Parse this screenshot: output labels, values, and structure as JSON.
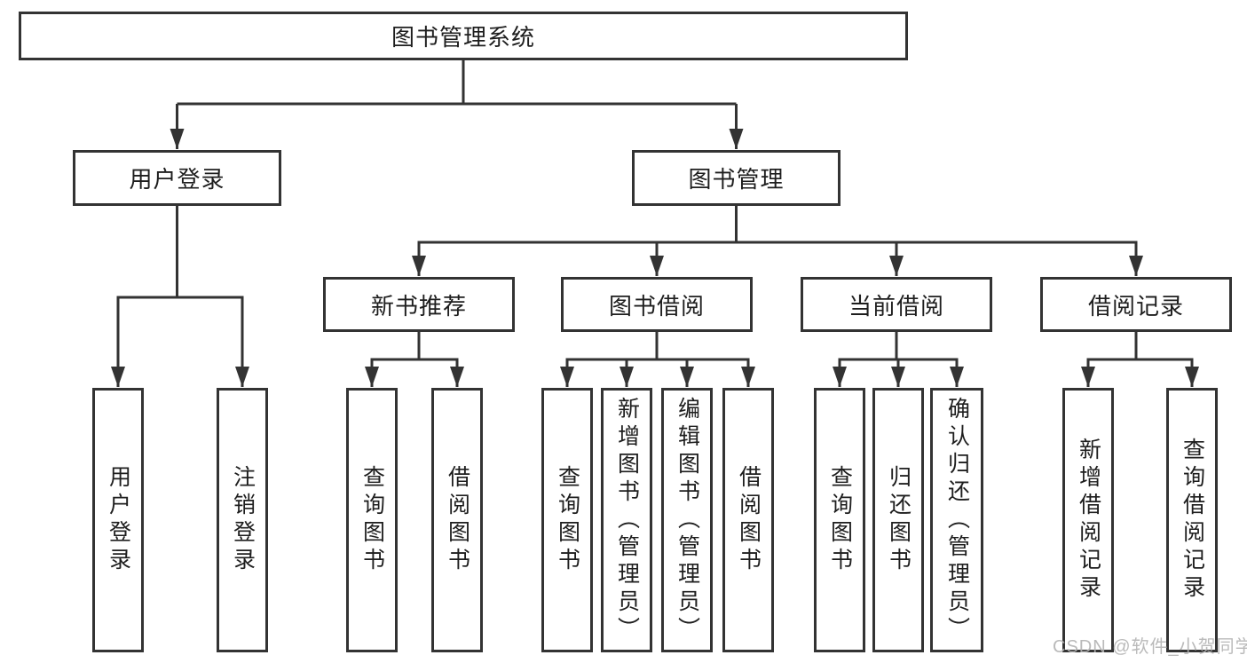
{
  "nodes": {
    "root": "图书管理系统",
    "user_login": "用户登录",
    "book_mgmt": "图书管理",
    "new_book_rec": "新书推荐",
    "book_borrow": "图书借阅",
    "current_borrow": "当前借阅",
    "borrow_records": "借阅记录"
  },
  "leaves": {
    "user_login": [
      "用户登录",
      "注销登录"
    ],
    "new_book_rec": [
      "查询图书",
      "借阅图书"
    ],
    "book_borrow": [
      "查询图书",
      "新增图书（管理员）",
      "编辑图书（管理员）",
      "借阅图书"
    ],
    "current_borrow": [
      "查询图书",
      "归还图书",
      "确认归还（管理员）"
    ],
    "borrow_records": [
      "新增借阅记录",
      "查询借阅记录"
    ]
  },
  "watermark": "CSDN @软件_小贺同学",
  "colors": {
    "line": "#333333",
    "text": "#1e1e1e",
    "watermark": "#b3b3b3",
    "background": "#ffffff"
  }
}
